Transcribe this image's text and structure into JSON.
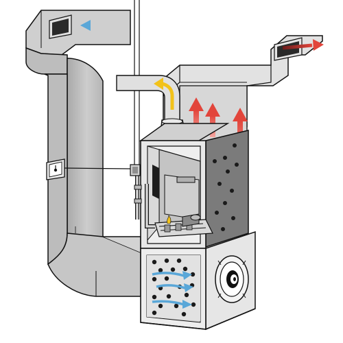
{
  "diagram": {
    "parts": [
      "return-air-duct",
      "return-air-grille",
      "supply-air-duct",
      "supply-air-register",
      "furnace-cabinet",
      "heat-exchanger",
      "burner-assembly",
      "gas-valve",
      "gas-pipe",
      "thermostat",
      "thermostat-wire",
      "flue-vent-pipe",
      "blower-compartment",
      "blower-fan",
      "air-filter"
    ],
    "colors": {
      "duct": "#c9c9c9",
      "duct_dark": "#a8a8a8",
      "outline": "#111111",
      "cabinet_face": "#e6e6e6",
      "cabinet_dark": "#7a7a7a",
      "cool_air": "#5aa7d8",
      "warm_air": "#e2453b",
      "exhaust": "#f2c21a",
      "background": "#ffffff"
    },
    "icons": [
      "thermostat-icon",
      "flame-icon",
      "fan-icon",
      "arrow-icon"
    ]
  }
}
